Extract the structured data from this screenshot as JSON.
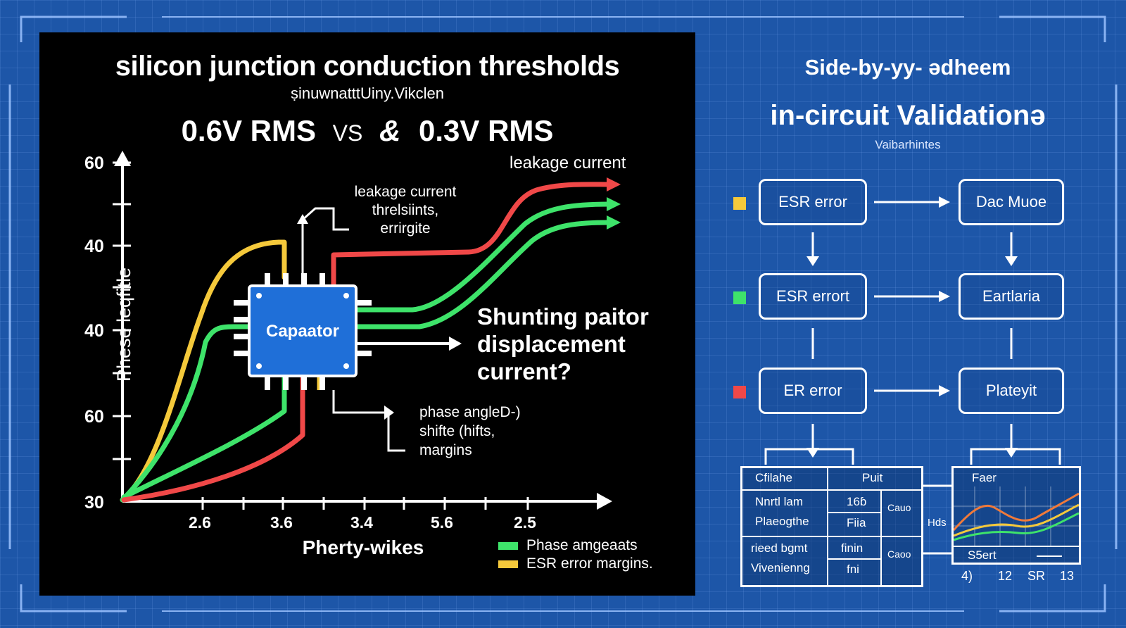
{
  "left": {
    "title": "silicon junction conduction thresholds",
    "subtitle": "ṣinuwnatttUiny.Vikclen",
    "compare": {
      "a": "0.6V RMS",
      "vs": "VS",
      "glyph": "&",
      "b": "0.3V RMS"
    }
  },
  "annotations": {
    "leak_top": "leakage current",
    "leak_mid": "leakage current\nthrelsiints,\nerrirgite",
    "shunt": "Shunting paitor\ndisplacement\ncurrent?",
    "phase": "phase angleD-)\nshifte (hifts,\nmargins",
    "component": "Capaator"
  },
  "chart_data": {
    "type": "line",
    "ylabel": "Phese leqfitle",
    "xlabel": "Pherty-wikes",
    "yticks": [
      "60",
      "40",
      "40",
      "60",
      "30"
    ],
    "xticks": [
      "2.6",
      "3.6",
      "3.4",
      "5.6",
      "2.5"
    ],
    "legend": [
      {
        "label": "Phase amgeaats",
        "color": "#3ee36a"
      },
      {
        "label": "ESR error margins.",
        "color": "#f5c93b"
      }
    ],
    "series_colors": {
      "red": "#f04848",
      "green": "#3ee36a",
      "yellow": "#f5c93b"
    }
  },
  "right": {
    "title": "Side-by-yy- ədheem",
    "heading": "in-circuit Validationə",
    "subtitle": "Vaibarhintes",
    "rows": [
      {
        "marker": "#f5c93b",
        "left": "ESR error",
        "right": "Dac Muoe"
      },
      {
        "marker": "#3ee36a",
        "left": "ESR errort",
        "right": "Eartlaria"
      },
      {
        "marker": "#f04848",
        "left": "ER error",
        "right": "Plateyit"
      }
    ],
    "table": {
      "headers": [
        "Cfilahe",
        "Puit"
      ],
      "rows": [
        [
          "Nnrtl lam",
          "16ɓ"
        ],
        [
          "Plaeogthe",
          "Fiia"
        ],
        [
          "rieed bgmt",
          "finin"
        ],
        [
          "Vivenienng",
          "fni"
        ]
      ],
      "side": [
        "Cauo",
        "Caoo"
      ],
      "connector": "Hds"
    },
    "mini_chart": {
      "title": "Faer",
      "footer": "S5ert",
      "ticks": [
        "4)",
        "12",
        "SR",
        "13"
      ]
    }
  }
}
